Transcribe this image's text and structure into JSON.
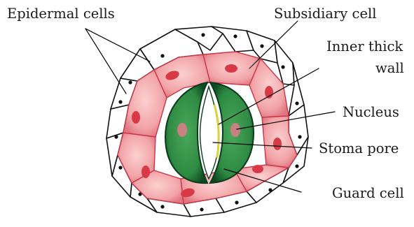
{
  "diagram": {
    "labels": {
      "epidermal_cells": "Epidermal cells",
      "subsidiary_cell": "Subsidiary cell",
      "inner_thick_wall_line1": "Inner thick",
      "inner_thick_wall_line2": "wall",
      "nucleus": "Nucleus",
      "stoma_pore": "Stoma pore",
      "guard_cell": "Guard cell"
    },
    "colors": {
      "epidermal_cell_fill": "#ffffff",
      "subsidiary_cell_fill": "#f2a4a8",
      "subsidiary_cell_edge": "#c9364a",
      "subsidiary_nucleus": "#d83a45",
      "guard_cell_fill": "#2f8a43",
      "guard_cell_dark": "#0e4a22",
      "inner_wall": "#d9d23a",
      "guard_nucleus": "#e07a8a"
    }
  }
}
